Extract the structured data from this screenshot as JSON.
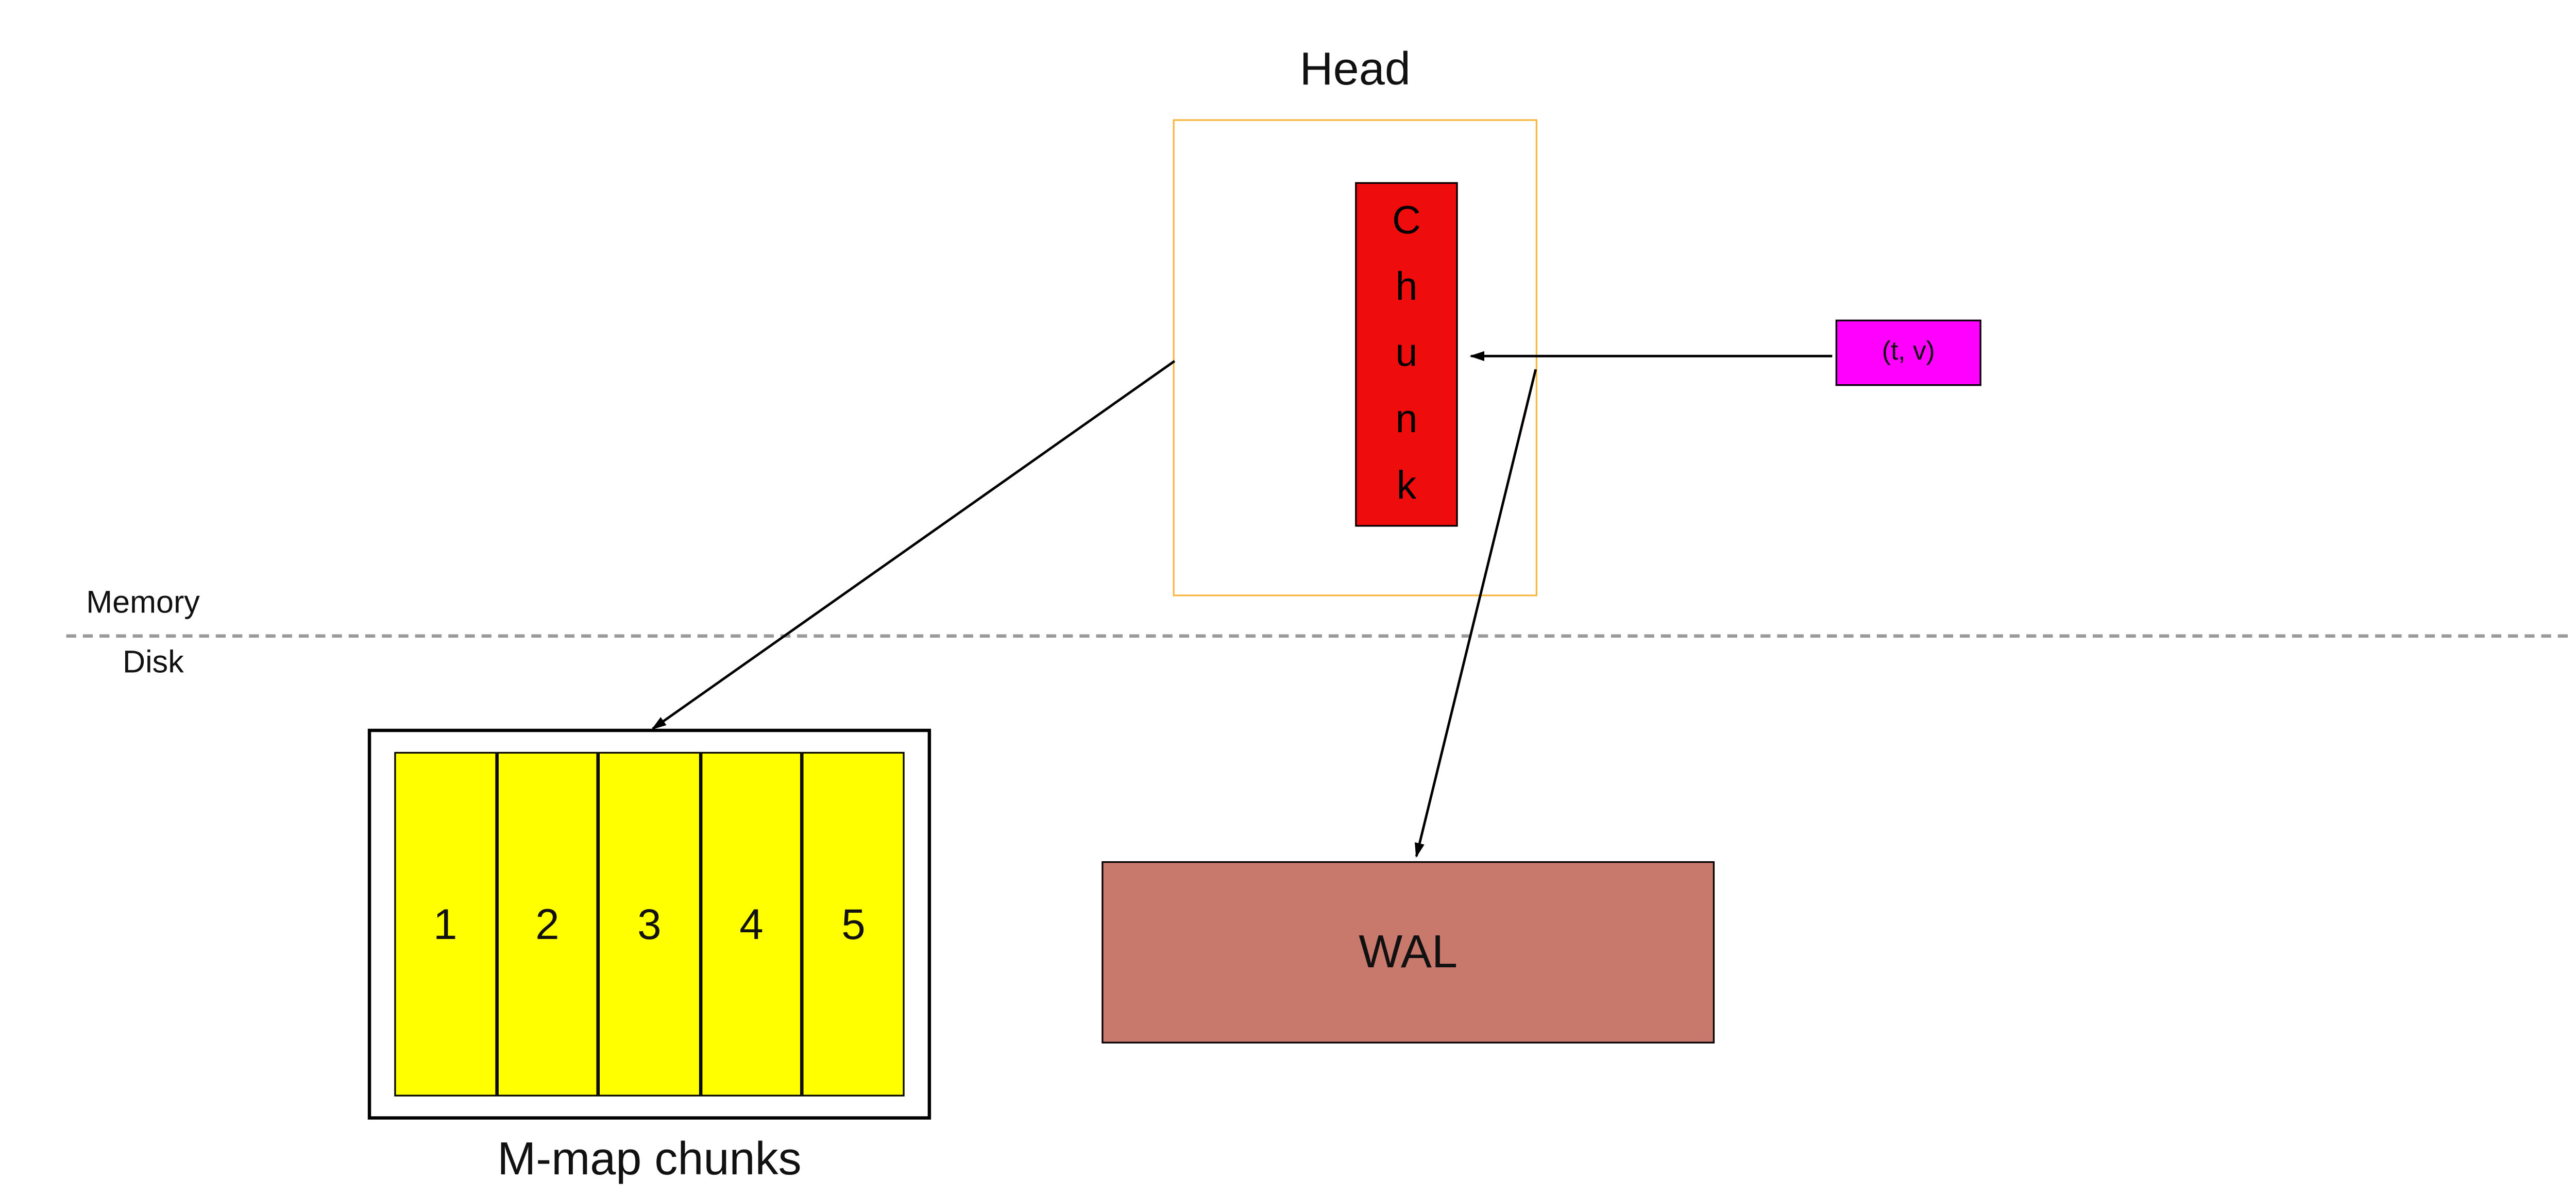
{
  "labels": {
    "head": "Head",
    "chunk_vertical": "C\nh\nu\nn\nk",
    "sample": "(t, v)",
    "memory": "Memory",
    "disk": "Disk",
    "mmap_caption": "M-map chunks",
    "wal": "WAL"
  },
  "mmap_chunks": [
    "1",
    "2",
    "3",
    "4",
    "5"
  ],
  "colors": {
    "head_border": "#f6b73c",
    "chunk_fill": "#ee0c0c",
    "sample_fill": "#ff00ff",
    "mmap_fill": "#ffff00",
    "wal_fill": "#c9786c"
  }
}
